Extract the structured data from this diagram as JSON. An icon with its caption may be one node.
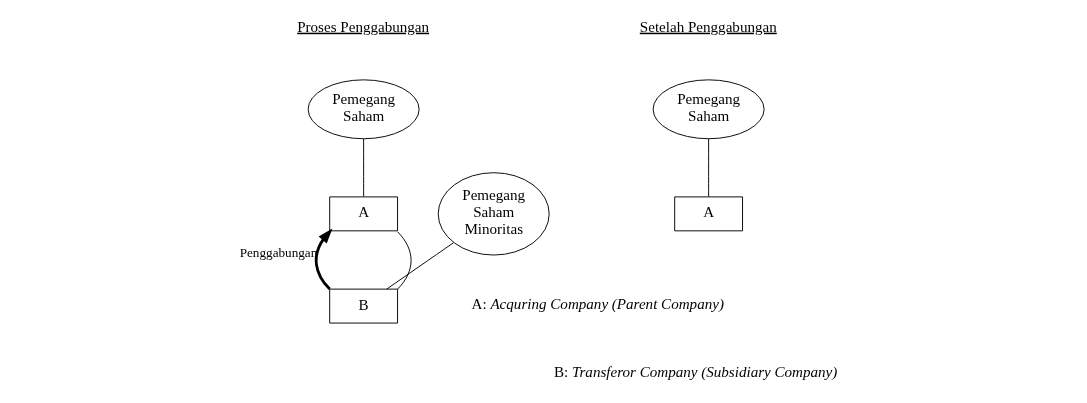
{
  "diagram": {
    "nodes": [
      {
        "text": [
          "Pemegang Saham"
        ]
      },
      {
        "text": [
          "A"
        ]
      },
      {
        "text": [
          "Pemegang Saham Minoritas"
        ]
      },
      {
        "text": [
          "B"
        ]
      },
      {
        "text": [
          "Pemegang Saham"
        ]
      },
      {
        "text": [
          "A"
        ]
      }
    ],
    "edges": [
      {
        "from": 0,
        "to": 1,
        "arrow": "none"
      },
      {
        "from": 3,
        "to": 1,
        "arrow": "to",
        "label": "Penggabungan",
        "style": "thick"
      },
      {
        "from": 1,
        "to": 3,
        "arrow": "none"
      },
      {
        "from": 2,
        "to": 3,
        "arrow": "none"
      },
      {
        "from": 4,
        "to": 5,
        "arrow": "none"
      }
    ],
    "labels": [
      "Proses Penggabungan",
      "Setelah Penggabungan",
      "A: *Acquring Company (Parent Company)*",
      "B: *Transferor Company (Subsidiary Company)*"
    ]
  }
}
